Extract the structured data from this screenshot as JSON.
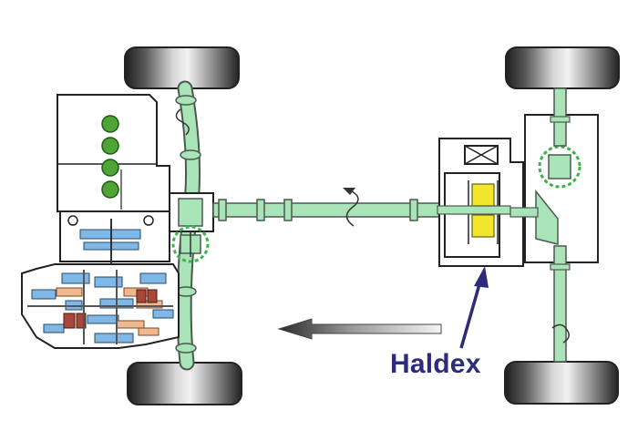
{
  "diagram": {
    "label": "Haldex",
    "colors": {
      "shaft": "#a9e3b8",
      "shaft_stroke": "#4a5a4e",
      "engine_cylinder": "#4fa533",
      "haldex_pack": "#f1e62c",
      "gear_blue": "#7fb7e6",
      "gear_tan": "#f0b88e",
      "gear_red": "#a8463a",
      "differential_dash": "#39b54a",
      "haldex_label": "#2e2a7c",
      "arrow": "#3a3a3a"
    },
    "components": [
      "front-left-wheel",
      "front-right-wheel",
      "rear-left-wheel",
      "rear-right-wheel",
      "engine",
      "gearbox",
      "front-differential",
      "propeller-shaft",
      "haldex-coupling",
      "rear-differential",
      "direction-arrow"
    ]
  }
}
